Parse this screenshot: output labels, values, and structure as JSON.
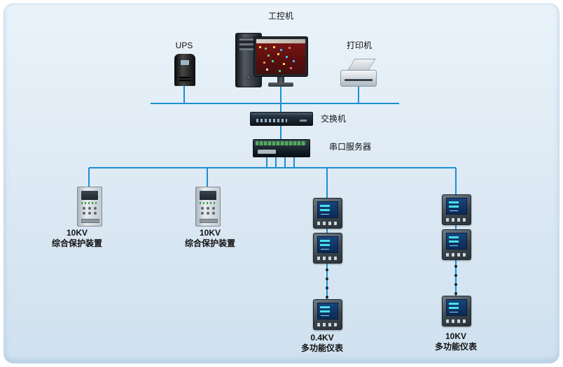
{
  "colors": {
    "background": "#dde9f4",
    "line": "#1d8fd1"
  },
  "nodes": {
    "industrial_pc": {
      "label": "工控机"
    },
    "ups": {
      "label": "UPS"
    },
    "printer": {
      "label": "打印机"
    },
    "switch": {
      "label": "交换机"
    },
    "serial_server": {
      "label": "串口服务器"
    },
    "protection_device_1": {
      "line1": "10KV",
      "line2": "综合保护装置"
    },
    "protection_device_2": {
      "line1": "10KV",
      "line2": "综合保护装置"
    },
    "meter_column_1": {
      "line1": "0.4KV",
      "line2": "多功能仪表"
    },
    "meter_column_2": {
      "line1": "10KV",
      "line2": "多功能仪表"
    }
  }
}
